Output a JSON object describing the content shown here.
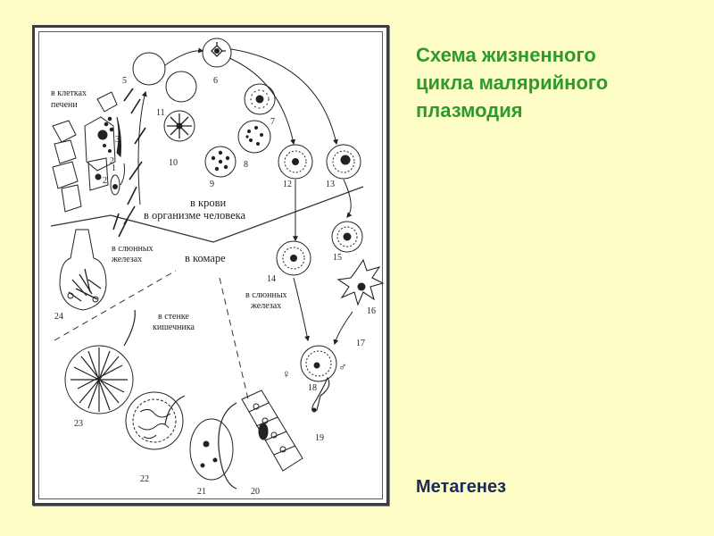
{
  "title_lines": [
    "Схема жизненного",
    "цикла малярийного",
    "плазмодия"
  ],
  "subtitle": "Метагенез",
  "diagram": {
    "labels": {
      "liver_line1": "в клетках",
      "liver_line2": "печени",
      "blood_line1": "в крови",
      "blood_line2": "в организме человека",
      "mosquito": "в комаре",
      "salivary_left_line1": "в слюнных",
      "salivary_left_line2": "железах",
      "salivary_right_line1": "в слюнных",
      "salivary_right_line2": "железах",
      "gut_line1": "в стенке",
      "gut_line2": "кишечника"
    },
    "stages": [
      "1",
      "2",
      "2",
      "3",
      "5",
      "6",
      "7",
      "8",
      "9",
      "10",
      "11",
      "12",
      "13",
      "14",
      "15",
      "16",
      "17",
      "18",
      "19",
      "20",
      "21",
      "22",
      "23",
      "24"
    ],
    "symbols": {
      "female": "♀",
      "male": "♂"
    }
  }
}
